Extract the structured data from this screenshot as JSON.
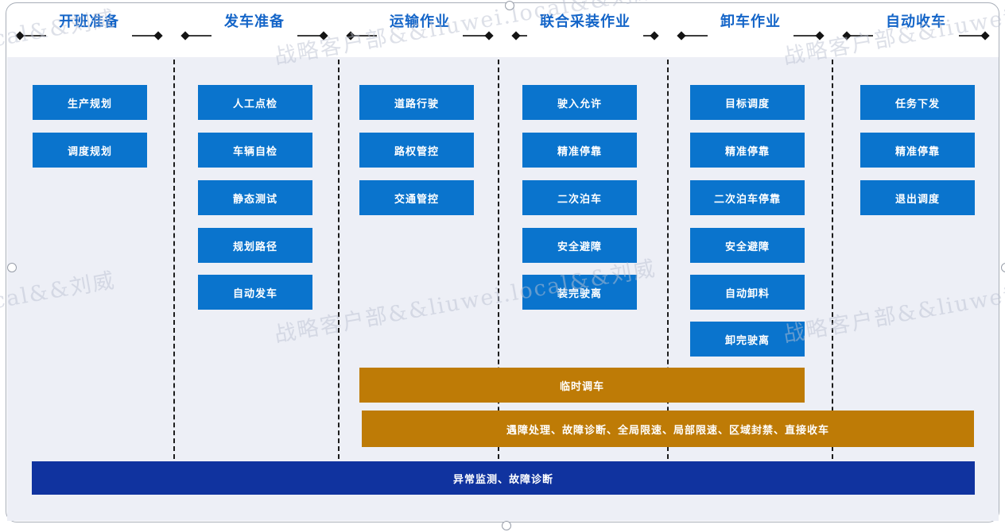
{
  "watermark": {
    "text": "战略客户部&&liuwei.local&&刘威"
  },
  "stages": [
    {
      "label": "开班准备",
      "boxes": [
        "生产规划",
        "调度规划"
      ]
    },
    {
      "label": "发车准备",
      "boxes": [
        "人工点检",
        "车辆自检",
        "静态测试",
        "规划路径",
        "自动发车"
      ]
    },
    {
      "label": "运输作业",
      "boxes": [
        "道路行驶",
        "路权管控",
        "交通管控"
      ]
    },
    {
      "label": "联合采装作业",
      "boxes": [
        "驶入允许",
        "精准停靠",
        "二次泊车",
        "安全避障",
        "装完驶离"
      ]
    },
    {
      "label": "卸车作业",
      "boxes": [
        "目标调度",
        "精准停靠",
        "二次泊车停靠",
        "安全避障",
        "自动卸料",
        "卸完驶离"
      ]
    },
    {
      "label": "自动收车",
      "boxes": [
        "任务下发",
        "精准停靠",
        "退出调度"
      ]
    }
  ],
  "overlay_bars": {
    "temp_dispatch": "临时调车",
    "exception_ops": "遇障处理、故障诊断、全局限速、局部限速、区域封禁、直接收车",
    "monitoring": "异常监测、故障诊断"
  },
  "colors": {
    "task_box_blue": "#0a74cd",
    "overlay_orange": "#be7b06",
    "monitoring_navy": "#10339f",
    "header_text_blue": "#1465c8",
    "panel_background": "#edeff6"
  }
}
